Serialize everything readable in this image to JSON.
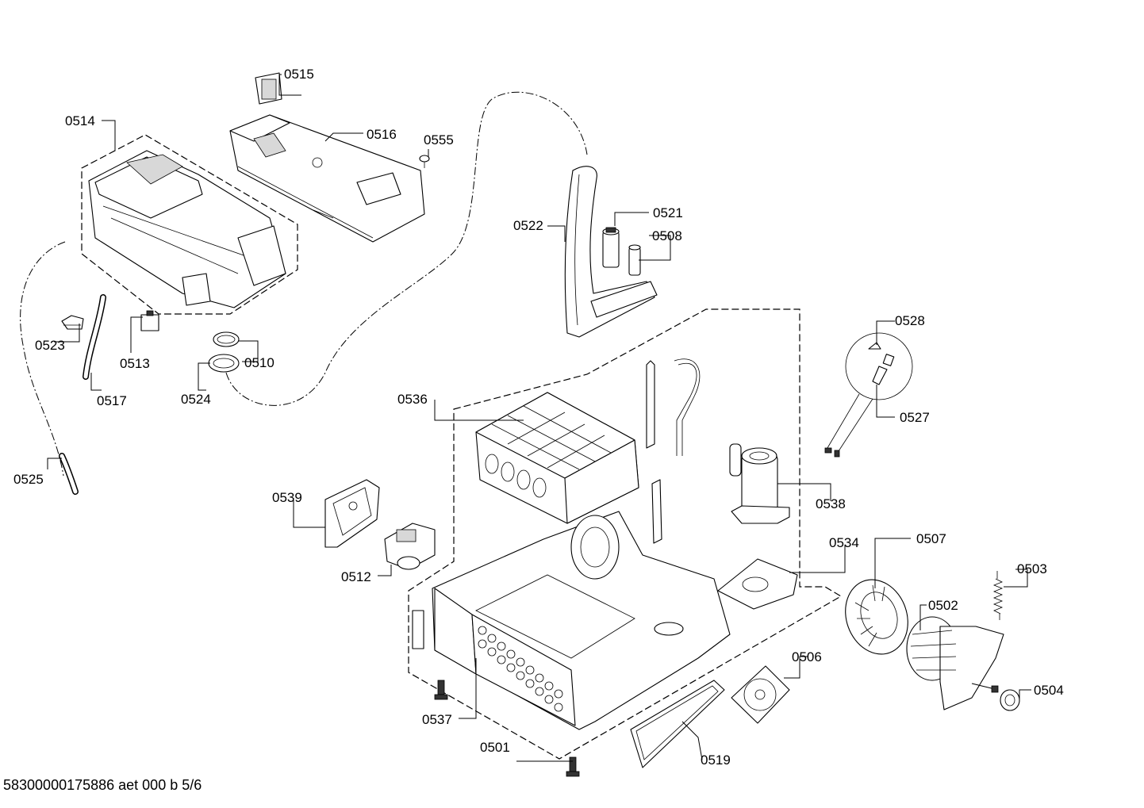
{
  "labels": {
    "0514": "0514",
    "0515": "0515",
    "0516": "0516",
    "0555": "0555",
    "0521": "0521",
    "0522": "0522",
    "0508": "0508",
    "0523": "0523",
    "0513": "0513",
    "0510": "0510",
    "0517": "0517",
    "0524": "0524",
    "0525": "0525",
    "0536": "0536",
    "0528": "0528",
    "0527": "0527",
    "0538": "0538",
    "0539": "0539",
    "0534": "0534",
    "0507": "0507",
    "0503": "0503",
    "0512": "0512",
    "0502": "0502",
    "0506": "0506",
    "0504": "0504",
    "0537": "0537",
    "0501": "0501",
    "0519": "0519"
  },
  "footer": "58300000175886 aet 000 b 5/6"
}
